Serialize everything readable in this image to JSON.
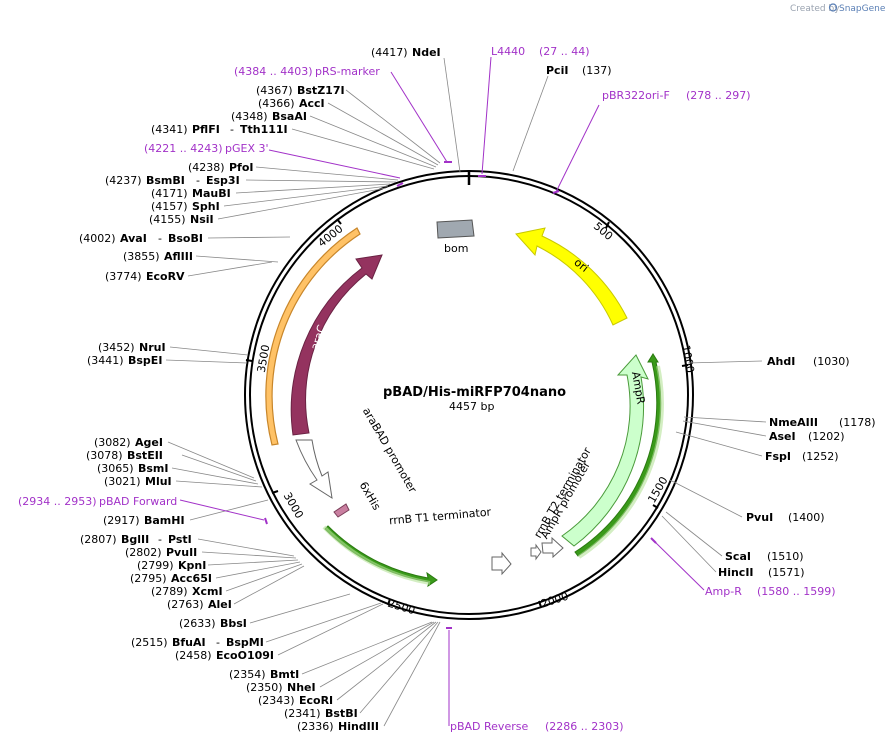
{
  "brand": {
    "created_by": "Created by",
    "product": "SnapGene"
  },
  "plasmid": {
    "name": "pBAD/His-miRFP704nano",
    "length_label": "4457 bp"
  },
  "ticks": [
    "500",
    "1000",
    "1500",
    "2000",
    "2500",
    "3000",
    "3500",
    "4000"
  ],
  "features": [
    {
      "name": "araC",
      "color": "#94335f"
    },
    {
      "name": "araBAD promoter",
      "color": "#ffffff"
    },
    {
      "name": "6xHis",
      "color": "#c97fa0"
    },
    {
      "name": "rrnB T1 terminator",
      "color": "#ffffff"
    },
    {
      "name": "rrnB T2 terminator",
      "color": "#ffffff"
    },
    {
      "name": "AmpR promoter",
      "color": "#ffffff"
    },
    {
      "name": "AmpR",
      "color": "#ccffcc"
    },
    {
      "name": "ori",
      "color": "#ffff00"
    },
    {
      "name": "bom",
      "color": "#a0a8b0"
    },
    {
      "name": "orange-arc",
      "color": "#ffc266"
    },
    {
      "name": "green-arc",
      "color": "#3a9a1a"
    }
  ],
  "sites": [
    {
      "pos": "(4417)",
      "name": "NdeI"
    },
    {
      "pos": "(137)",
      "name": "PciI"
    },
    {
      "pos": "(4367)",
      "name": "BstZ17I"
    },
    {
      "pos": "(4366)",
      "name": "AccI"
    },
    {
      "pos": "(4348)",
      "name": "BsaAI"
    },
    {
      "pos": "(4341)",
      "name": "PflFI",
      "name2": "Tth111I"
    },
    {
      "pos": "(4238)",
      "name": "PfoI"
    },
    {
      "pos": "(4237)",
      "name": "BsmBI",
      "name2": "Esp3I"
    },
    {
      "pos": "(4171)",
      "name": "MauBI"
    },
    {
      "pos": "(4157)",
      "name": "SphI"
    },
    {
      "pos": "(4155)",
      "name": "NsiI"
    },
    {
      "pos": "(4002)",
      "name": "AvaI",
      "name2": "BsoBI"
    },
    {
      "pos": "(3855)",
      "name": "AflIII"
    },
    {
      "pos": "(3774)",
      "name": "EcoRV"
    },
    {
      "pos": "(3452)",
      "name": "NruI"
    },
    {
      "pos": "(3441)",
      "name": "BspEI"
    },
    {
      "pos": "(3082)",
      "name": "AgeI"
    },
    {
      "pos": "(3078)",
      "name": "BstEII"
    },
    {
      "pos": "(3065)",
      "name": "BsmI"
    },
    {
      "pos": "(3021)",
      "name": "MluI"
    },
    {
      "pos": "(2917)",
      "name": "BamHI"
    },
    {
      "pos": "(2807)",
      "name": "BglII",
      "name2": "PstI"
    },
    {
      "pos": "(2802)",
      "name": "PvuII"
    },
    {
      "pos": "(2799)",
      "name": "KpnI"
    },
    {
      "pos": "(2795)",
      "name": "Acc65I"
    },
    {
      "pos": "(2789)",
      "name": "XcmI"
    },
    {
      "pos": "(2763)",
      "name": "AleI"
    },
    {
      "pos": "(2633)",
      "name": "BbsI"
    },
    {
      "pos": "(2515)",
      "name": "BfuAI",
      "name2": "BspMI"
    },
    {
      "pos": "(2458)",
      "name": "EcoO109I"
    },
    {
      "pos": "(2354)",
      "name": "BmtI"
    },
    {
      "pos": "(2350)",
      "name": "NheI"
    },
    {
      "pos": "(2343)",
      "name": "EcoRI"
    },
    {
      "pos": "(2341)",
      "name": "BstBI"
    },
    {
      "pos": "(2336)",
      "name": "HindIII"
    },
    {
      "pos": "(1030)",
      "name": "AhdI"
    },
    {
      "pos": "(1178)",
      "name": "NmeAIII"
    },
    {
      "pos": "(1202)",
      "name": "AseI"
    },
    {
      "pos": "(1252)",
      "name": "FspI"
    },
    {
      "pos": "(1400)",
      "name": "PvuI"
    },
    {
      "pos": "(1510)",
      "name": "ScaI"
    },
    {
      "pos": "(1571)",
      "name": "HincII"
    }
  ],
  "primers": [
    {
      "range": "(4384 .. 4403)",
      "name": "pRS-marker"
    },
    {
      "range": "(27 .. 44)",
      "name": "L4440"
    },
    {
      "range": "(278 .. 297)",
      "name": "pBR322ori-F"
    },
    {
      "range": "(4221 .. 4243)",
      "name": "pGEX 3'"
    },
    {
      "range": "(2934 .. 2953)",
      "name": "pBAD Forward"
    },
    {
      "range": "(2286 .. 2303)",
      "name": "pBAD Reverse"
    },
    {
      "range": "(1580 .. 1599)",
      "name": "Amp-R"
    }
  ],
  "colors": {
    "primer": "#a232c8",
    "backbone": "#000000"
  }
}
